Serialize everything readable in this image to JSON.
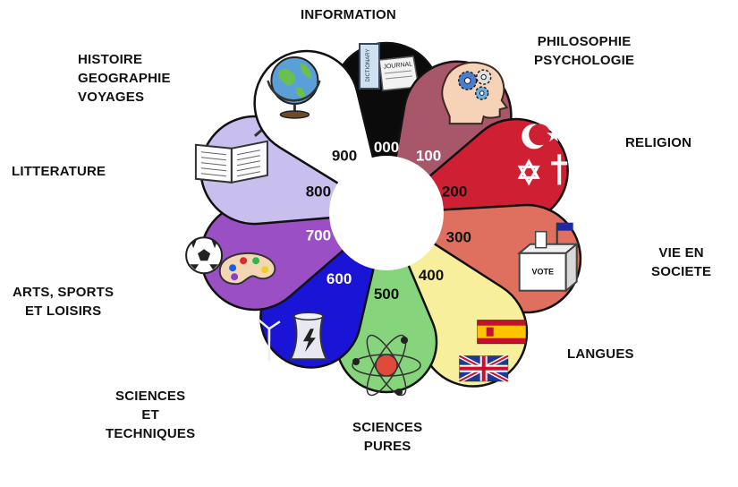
{
  "petals": [
    {
      "code": "000",
      "name": "INFORMATION",
      "color": "#0b0b0b",
      "text_color": "#ffffff",
      "icon": "dictionary-journal-icon",
      "icon_text": [
        "DICTIONARY",
        "JOURNAL"
      ]
    },
    {
      "code": "100",
      "name": "PHILOSOPHIE\nPSYCHOLOGIE",
      "color": "#a8566a",
      "text_color": "#ffffff",
      "icon": "head-gears-icon"
    },
    {
      "code": "200",
      "name": "RELIGION",
      "color": "#cf1f33",
      "text_color": "#111111",
      "icon": "religious-symbols-icon"
    },
    {
      "code": "300",
      "name": "VIE EN\nSOCIETE",
      "color": "#df7060",
      "text_color": "#111111",
      "icon": "ballot-box-icon",
      "icon_text": [
        "VOTE"
      ]
    },
    {
      "code": "400",
      "name": "LANGUES",
      "color": "#f7ef9b",
      "text_color": "#111111",
      "icon": "flags-icon"
    },
    {
      "code": "500",
      "name": "SCIENCES\nPURES",
      "color": "#86d57c",
      "text_color": "#111111",
      "icon": "atom-icon"
    },
    {
      "code": "600",
      "name": "SCIENCES\nET\nTECHNIQUES",
      "color": "#1a14d6",
      "text_color": "#ffffff",
      "icon": "power-plant-icon"
    },
    {
      "code": "700",
      "name": "ARTS, SPORTS\nET LOISIRS",
      "color": "#9a4fc4",
      "text_color": "#ffffff",
      "icon": "ball-palette-icon"
    },
    {
      "code": "800",
      "name": "LITTERATURE",
      "color": "#c9bfee",
      "text_color": "#111111",
      "icon": "open-book-icon"
    },
    {
      "code": "900",
      "name": "HISTOIRE\nGEOGRAPHIE\nVOYAGES",
      "color": "#ffffff",
      "text_color": "#111111",
      "icon": "globe-icon"
    }
  ]
}
